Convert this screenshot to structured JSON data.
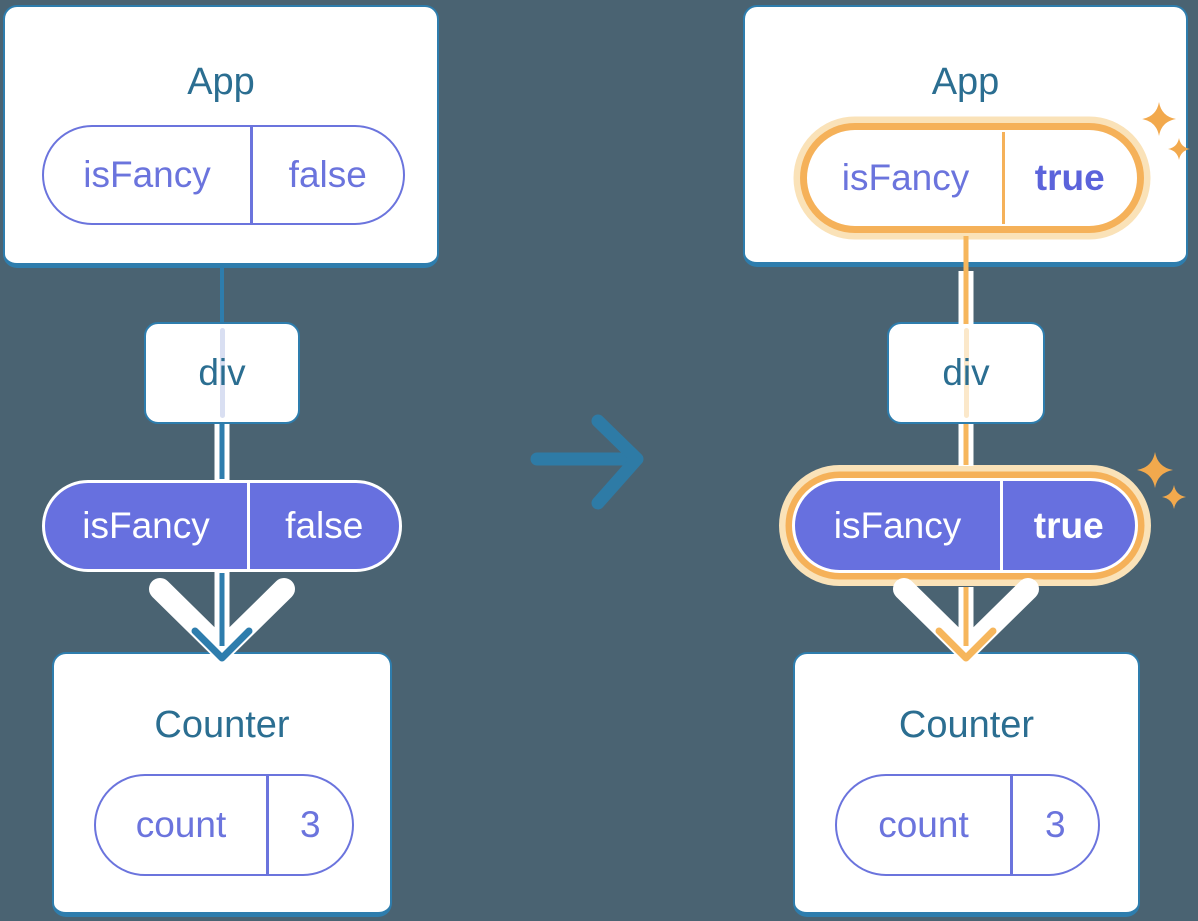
{
  "canvas": {
    "background": "#4A6372"
  },
  "colors": {
    "card_border_blue": "#2E7DAD",
    "title_text": "#2B6E91",
    "purple_text": "#6B74DD",
    "purple_fill": "#6770DF",
    "orange_ring": "#F5B159",
    "orange_halo": "#FAE2B8",
    "orange_arrow": "#F6B65C",
    "sparkle": "#F2A94D",
    "transition_arrow": "#2E7BA6",
    "white": "#FFFFFF"
  },
  "left_tree": {
    "app_card": {
      "title": "App",
      "state_pill": {
        "key": "isFancy",
        "value": "false"
      }
    },
    "div_node": {
      "label": "div"
    },
    "prop_pill": {
      "key": "isFancy",
      "value": "false"
    },
    "counter_card": {
      "title": "Counter",
      "state_pill": {
        "key": "count",
        "value": "3"
      }
    }
  },
  "right_tree": {
    "app_card": {
      "title": "App",
      "state_pill": {
        "key": "isFancy",
        "value": "true"
      }
    },
    "div_node": {
      "label": "div"
    },
    "prop_pill": {
      "key": "isFancy",
      "value": "true"
    },
    "counter_card": {
      "title": "Counter",
      "state_pill": {
        "key": "count",
        "value": "3"
      }
    }
  },
  "icons": {
    "transition": "right-arrow-icon",
    "highlight": "sparkle-icon"
  }
}
